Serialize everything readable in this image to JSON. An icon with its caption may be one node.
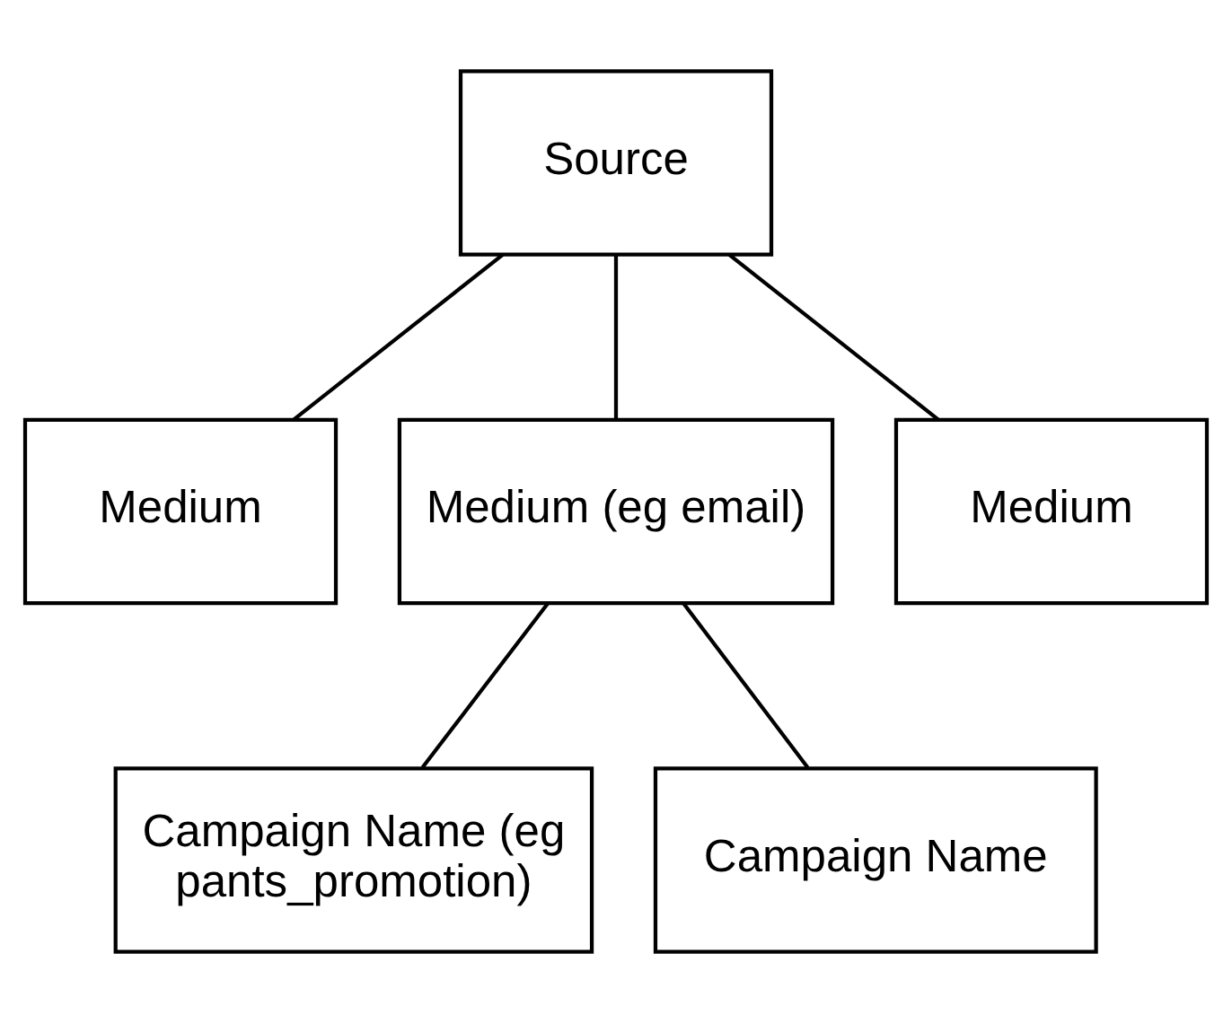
{
  "diagram": {
    "nodes": [
      {
        "text": [
          "Source"
        ]
      },
      {
        "text": [
          "Medium"
        ]
      },
      {
        "text": [
          "Medium (eg email)"
        ]
      },
      {
        "text": [
          "Medium"
        ]
      },
      {
        "text": [
          "Campaign Name (eg pants_promotion)"
        ]
      },
      {
        "text": [
          "Campaign Name"
        ]
      }
    ],
    "edges": [
      {
        "from": 0,
        "to": 1,
        "arrow": "none"
      },
      {
        "from": 0,
        "to": 2,
        "arrow": "none"
      },
      {
        "from": 0,
        "to": 3,
        "arrow": "none"
      },
      {
        "from": 2,
        "to": 4,
        "arrow": "none"
      },
      {
        "from": 2,
        "to": 5,
        "arrow": "none"
      }
    ]
  }
}
